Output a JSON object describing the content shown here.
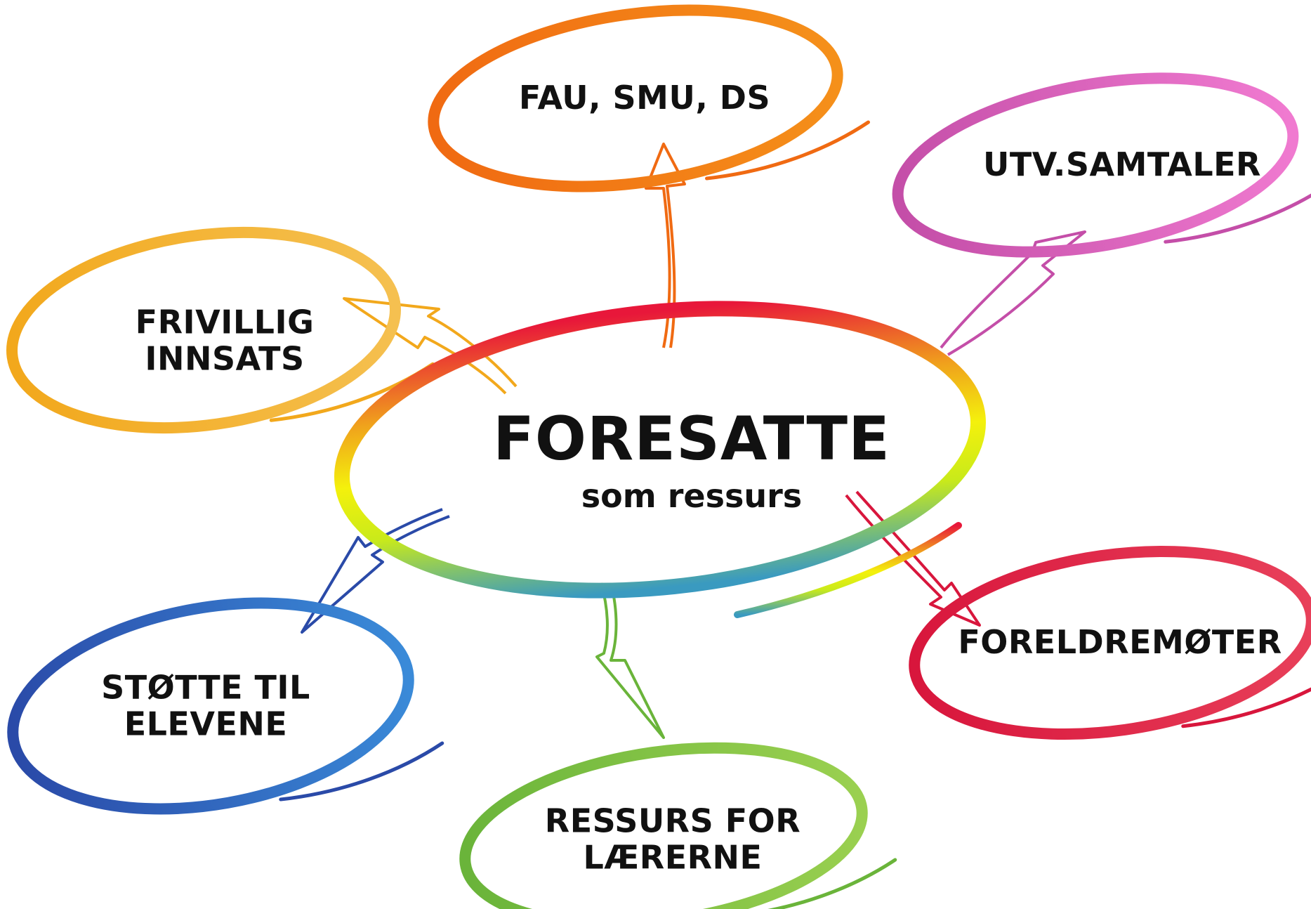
{
  "center": {
    "title": "FORESATTE",
    "subtitle": "som ressurs",
    "gradient": [
      "#e8173a",
      "#f0a21c",
      "#f4f10c",
      "#c9ea1a",
      "#3a9ac0"
    ]
  },
  "nodes": [
    {
      "id": "fau",
      "lines": [
        "FAU, SMU, DS"
      ],
      "color": "#f06a12",
      "color2": "#f5901a"
    },
    {
      "id": "utv",
      "lines": [
        "UTV.SAMTALER"
      ],
      "color": "#c44ea8",
      "color2": "#f07ad0"
    },
    {
      "id": "frivillig",
      "lines": [
        "FRIVILLIG",
        "INNSATS"
      ],
      "color": "#f2a81c",
      "color2": "#f5c050"
    },
    {
      "id": "foreldre",
      "lines": [
        "FORELDREMØTER"
      ],
      "color": "#d8163c",
      "color2": "#e8405a"
    },
    {
      "id": "stotte",
      "lines": [
        "STØTTE TIL",
        "ELEVENE"
      ],
      "color": "#2a4aa8",
      "color2": "#3a8ad8"
    },
    {
      "id": "ressurs",
      "lines": [
        "RESSURS FOR",
        "LÆRERNE"
      ],
      "color": "#6ab43a",
      "color2": "#9ad050"
    }
  ]
}
